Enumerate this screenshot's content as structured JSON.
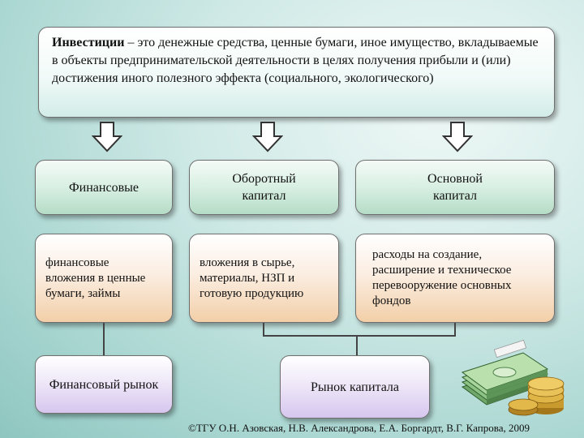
{
  "definition": {
    "term": "Инвестиции",
    "text": " – это денежные средства, ценные бумаги, иное имущество, вкладываемые в объекты предпринимательской деятельности в целях получения прибыли и (или) достижения иного полезного эффекта (социального, экологического)"
  },
  "categories": [
    {
      "label": "Финансовые"
    },
    {
      "label": "Оборотный капитал"
    },
    {
      "label": "Основной капитал"
    }
  ],
  "descriptions": [
    {
      "text": "финансовые вложения в ценные бумаги, займы"
    },
    {
      "text": "вложения в сырье, материалы, НЗП и готовую продукцию"
    },
    {
      "text": "расходы на создание, расширение и техническое перевооружение основных фондов"
    }
  ],
  "markets": [
    {
      "label": "Финансовый рынок"
    },
    {
      "label": "Рынок капитала"
    }
  ],
  "footer": "©ТГУ   О.Н. Азовская, Н.В. Александрова, Е.А. Боргардт, В.Г. Капрова, 2009",
  "icons": [
    "down-arrow-icon",
    "money-stack-icon",
    "coins-icon"
  ],
  "colors": {
    "category_fill": "#d8efe3",
    "description_fill": "#f2cfa8",
    "market_fill": "#d6c6ee"
  }
}
